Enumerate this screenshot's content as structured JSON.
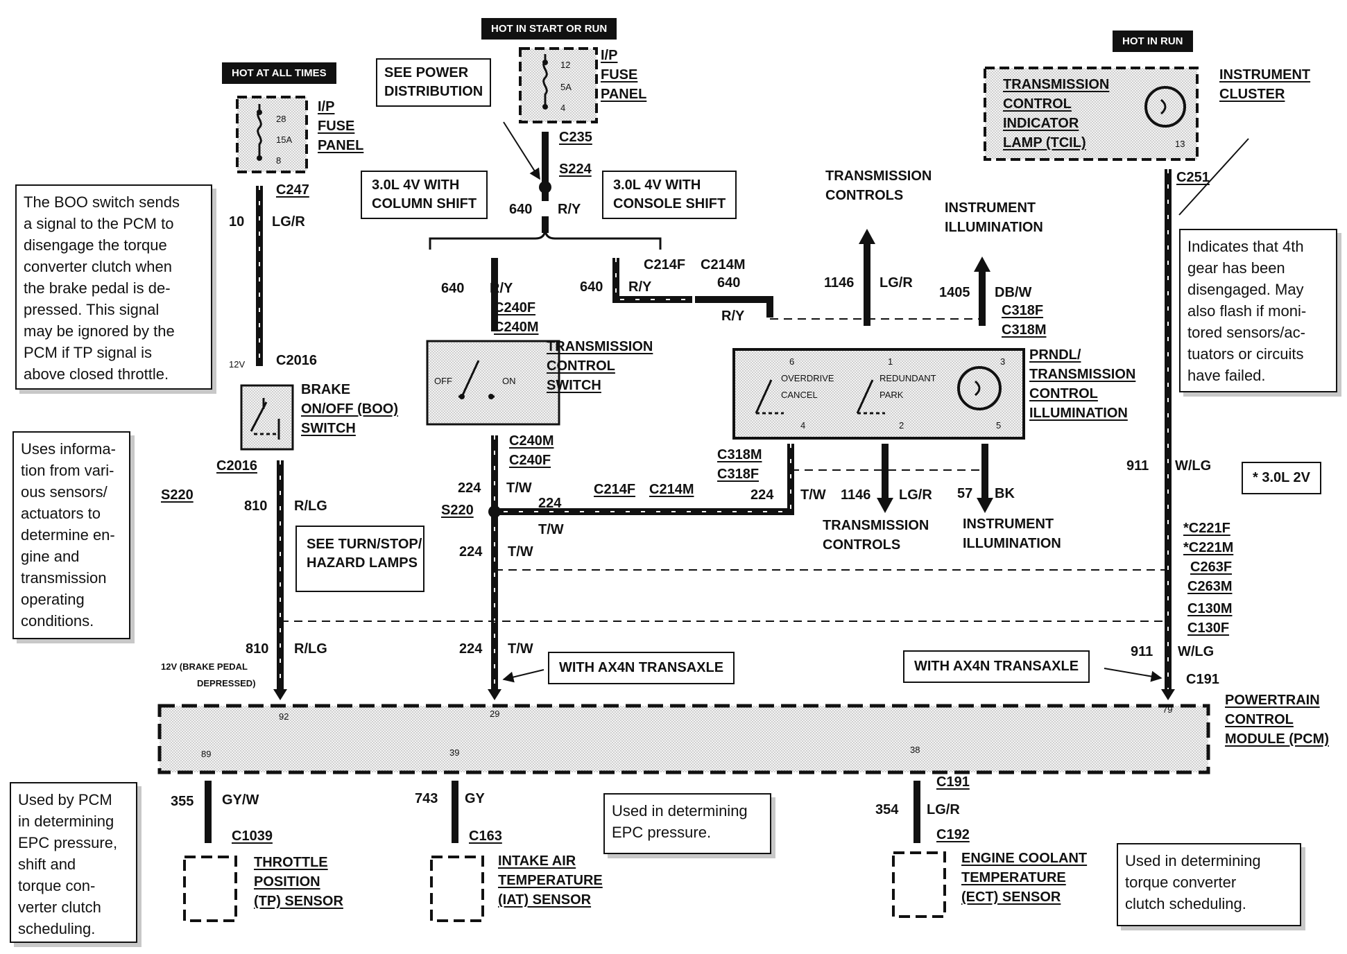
{
  "hot_tags": {
    "start_run": "HOT IN START OR RUN",
    "all_times": "HOT AT ALL TIMES",
    "in_run": "HOT IN RUN"
  },
  "fuse_ip_12": {
    "pin_top": "12",
    "rating": "5A",
    "pin_bottom": "4",
    "label": [
      "I/P",
      "FUSE",
      "PANEL"
    ]
  },
  "fuse_ip_28": {
    "pin_top": "28",
    "rating": "15A",
    "pin_bottom": "8",
    "label": [
      "I/P",
      "FUSE",
      "PANEL"
    ]
  },
  "power_dist": [
    "SEE POWER",
    "DISTRIBUTION"
  ],
  "column_shift": [
    "3.0L 4V WITH",
    "COLUMN SHIFT"
  ],
  "console_shift": [
    "3.0L 4V WITH",
    "CONSOLE SHIFT"
  ],
  "tcil": {
    "lines": [
      "TRANSMISSION",
      "CONTROL",
      "INDICATOR",
      "LAMP (TCIL)"
    ],
    "pin": "13",
    "cluster_label": [
      "INSTRUMENT",
      "CLUSTER"
    ]
  },
  "notes": {
    "boo": [
      "The BOO switch sends",
      "a signal to the PCM to",
      "disengage the torque",
      "converter clutch when",
      "the brake pedal is de-",
      "pressed.  This signal",
      "may be ignored by the",
      "PCM if TP signal is",
      "above closed throttle."
    ],
    "uses_info": [
      "Uses informa-",
      "tion from vari-",
      "ous sensors/",
      "actuators to",
      "determine en-",
      "gine and",
      "transmission",
      "operating",
      "conditions."
    ],
    "fourth_gear": [
      "Indicates that 4th",
      "gear has been",
      "disengaged.  May",
      "also flash if moni-",
      "tored sensors/ac-",
      "tuators or circuits",
      "have failed."
    ],
    "tp_used": [
      "Used by PCM",
      "in determining",
      "EPC pressure,",
      "shift and",
      "torque con-",
      "verter clutch",
      "scheduling."
    ],
    "iat_used": [
      "Used in determining",
      "EPC pressure."
    ],
    "ect_used": [
      "Used in determining",
      "torque converter",
      "clutch scheduling."
    ]
  },
  "labels": {
    "c235": "C235",
    "s224": "S224",
    "w640": "640",
    "w640_color": "R/Y",
    "c247": "C247",
    "w10": "10",
    "w10_color": "LG/R",
    "v12": "12V",
    "c2016_top": "C2016",
    "boo": [
      "BRAKE",
      "ON/OFF (BOO)",
      "SWITCH"
    ],
    "c2016_bottom": "C2016",
    "s220_left": "S220",
    "w810": "810",
    "w810_color": "R/LG",
    "turn_hazard": [
      "SEE TURN/STOP/",
      "HAZARD LAMPS"
    ],
    "w810b": "810",
    "w810b_color": "R/LG",
    "brake_v": "12V (BRAKE PEDAL",
    "brake_v2": "DEPRESSED)",
    "tcs_640": "640",
    "tcs_640_color": "R/Y",
    "c240f": "C240F",
    "c240m": "C240M",
    "tcs": [
      "TRANSMISSION",
      "CONTROL",
      "SWITCH"
    ],
    "tcs_off": "OFF",
    "tcs_on": "ON",
    "c240m_b": "C240M",
    "c240f_b": "C240F",
    "w224": "224",
    "w224_color": "T/W",
    "s220": "S220",
    "w224b": "224",
    "w224b_color": "T/W",
    "w224c": "224",
    "w224c_color": "T/W",
    "c214f_b": "C214F",
    "c214m_b": "C214M",
    "w224_mid": "224",
    "w224_mid_color": "T/W",
    "w640r": "640",
    "w640r_color": "R/Y",
    "c214f": "C214F",
    "c214m": "C214M",
    "w640r2": "640",
    "ry2": "R/Y",
    "trans_ctrl_top": [
      "TRANSMISSION",
      "CONTROLS"
    ],
    "instr_illum_top": [
      "INSTRUMENT",
      "ILLUMINATION"
    ],
    "w1146": "1146",
    "w1146_color": "LG/R",
    "w1405": "1405",
    "w1405_color": "DB/W",
    "c318f": "C318F",
    "c318m": "C318M",
    "prndl": [
      "PRNDL/",
      "TRANSMISSION",
      "CONTROL",
      "ILLUMINATION"
    ],
    "od_cancel": [
      "OVERDRIVE",
      "CANCEL"
    ],
    "red_park": [
      "REDUNDANT",
      "PARK"
    ],
    "pin6": "6",
    "pin1": "1",
    "pin3": "3",
    "pin4": "4",
    "pin2": "2",
    "pin5": "5",
    "c318m_b": "C318M",
    "c318f_b": "C318F",
    "w224d": "224",
    "w224d_color": "T/W",
    "w1146b": "1146",
    "w1146b_color": "LG/R",
    "w57": "57",
    "w57_color": "BK",
    "trans_ctrl_bot": [
      "TRANSMISSION",
      "CONTROLS"
    ],
    "instr_illum_bot": [
      "INSTRUMENT",
      "ILLUMINATION"
    ],
    "c251": "C251",
    "w911": "911",
    "w911_color": "W/LG",
    "engine_note": "* 3.0L 2V",
    "conns_right": [
      "*C221F",
      "*C221M",
      "C263F",
      "C263M",
      "C130M",
      "C130F"
    ],
    "w911b": "911",
    "w911b_color": "W/LG",
    "c191": "C191",
    "ax4n_left": "WITH AX4N TRANSAXLE",
    "ax4n_right": "WITH AX4N TRANSAXLE",
    "pcm": [
      "POWERTRAIN",
      "CONTROL",
      "MODULE (PCM)"
    ],
    "pcm_pin92": "92",
    "pcm_pin29": "29",
    "pcm_pin79": "79",
    "pcm_pin89": "89",
    "pcm_pin39": "39",
    "pcm_pin38": "38",
    "w355": "355",
    "w355_color": "GY/W",
    "c1039": "C1039",
    "tp": [
      "THROTTLE",
      "POSITION",
      "(TP) SENSOR"
    ],
    "w743": "743",
    "w743_color": "GY",
    "c163": "C163",
    "iat": [
      "INTAKE AIR",
      "TEMPERATURE",
      "(IAT) SENSOR"
    ],
    "c191b": "C191",
    "w354": "354",
    "w354_color": "LG/R",
    "c192": "C192",
    "ect": [
      "ENGINE COOLANT",
      "TEMPERATURE",
      "(ECT) SENSOR"
    ]
  }
}
